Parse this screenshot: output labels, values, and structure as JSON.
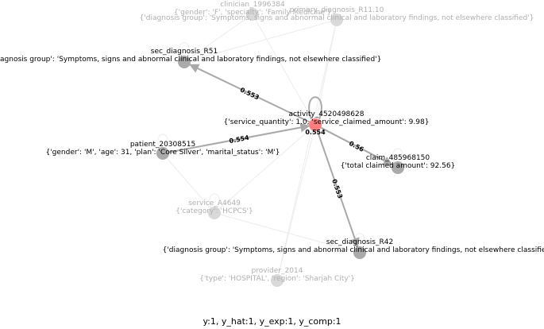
{
  "caption": "y:1, y_hat:1, y_exp:1, y_comp:1",
  "colors": {
    "center": "#ff7f7f",
    "node": "#aaaaaa",
    "faded_node": "#d9d9d9",
    "edge": "#a9a9a9",
    "faded_edge": "#ececec",
    "text": "#000000",
    "faded_text": "#b0b0b0"
  },
  "nodes": [
    {
      "id": "activity_4520498628",
      "attrs": "{'service_quantity': 1.0, 'service_claimed_amount': 9.98}",
      "role": "center"
    },
    {
      "id": "sec_diagnosis_R51",
      "attrs": "{'diagnosis group': 'Symptoms, signs and abnormal clinical and laboratory findings, not elsewhere classified'}",
      "role": "neighbor"
    },
    {
      "id": "patient_20308515",
      "attrs": "{'gender': 'M', 'age': 31, 'plan': 'Core Silver', 'marital_status': 'M'}",
      "role": "neighbor"
    },
    {
      "id": "claim_485968150",
      "attrs": "{'total claimed amount': 92.56}",
      "role": "neighbor"
    },
    {
      "id": "sec_diagnosis_R42",
      "attrs": "{'diagnosis group': 'Symptoms, signs and abnormal clinical and laboratory findings, not elsewhere classified'}",
      "role": "neighbor"
    },
    {
      "id": "clinician_1996384",
      "attrs": "{'gender': 'F', 'specialty': 'Family Medicine'}",
      "role": "faded"
    },
    {
      "id": "primary_diagnosis_R11.10",
      "attrs": "{'diagnosis group': 'Symptoms, signs and abnormal clinical and laboratory findings, not elsewhere classified'}",
      "role": "faded"
    },
    {
      "id": "service_A4649",
      "attrs": "{'category': 'HCPCS'}",
      "role": "faded"
    },
    {
      "id": "provider_2014",
      "attrs": "{'type': 'HOSPITAL', 'region': 'Sharjah City'}",
      "role": "faded"
    }
  ],
  "edges": [
    {
      "source": "activity_4520498628",
      "target": "sec_diagnosis_R51",
      "weight": "0.553"
    },
    {
      "source": "patient_20308515",
      "target": "activity_4520498628",
      "weight": "0.554"
    },
    {
      "source": "activity_4520498628",
      "target": "claim_485968150",
      "weight": "0.56"
    },
    {
      "source": "activity_4520498628",
      "target": "sec_diagnosis_R42",
      "weight": "0.553"
    },
    {
      "source": "activity_4520498628",
      "target": "activity_4520498628",
      "weight": "0.554"
    }
  ]
}
